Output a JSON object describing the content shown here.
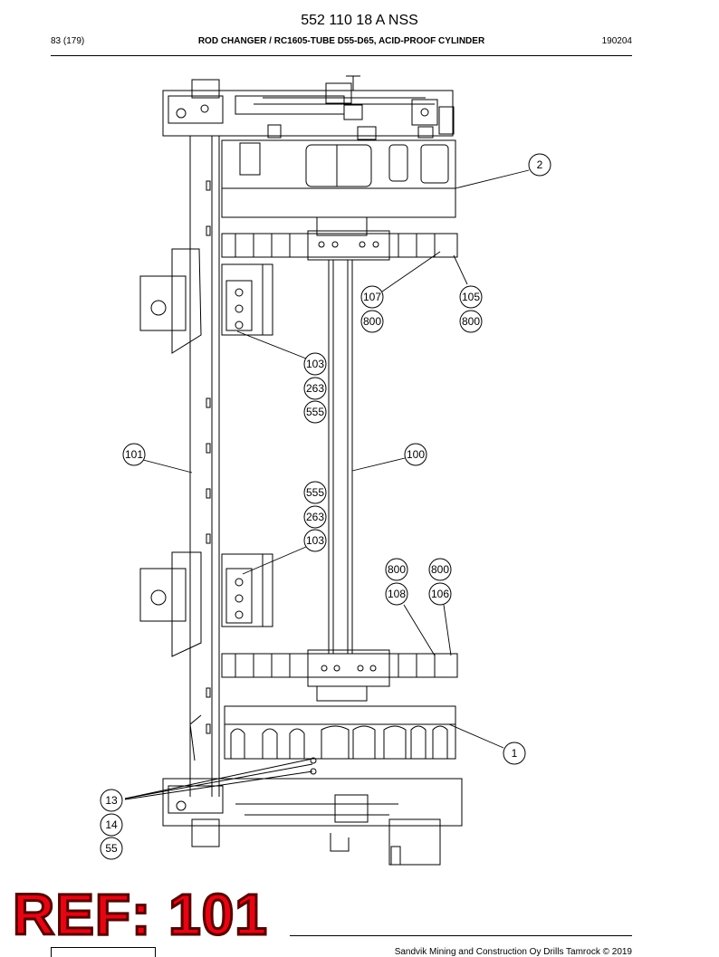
{
  "header": {
    "document_number": "552 110 18 A NSS",
    "page": "83 (179)",
    "title": "ROD CHANGER / RC1605-TUBE D55-D65, ACID-PROOF CYLINDER",
    "code": "190204"
  },
  "callouts": [
    {
      "id": "balloon-2",
      "label": "2"
    },
    {
      "id": "balloon-107",
      "label": "107"
    },
    {
      "id": "balloon-800-a",
      "label": "800"
    },
    {
      "id": "balloon-105",
      "label": "105"
    },
    {
      "id": "balloon-800-b",
      "label": "800"
    },
    {
      "id": "balloon-103-a",
      "label": "103"
    },
    {
      "id": "balloon-263-a",
      "label": "263"
    },
    {
      "id": "balloon-555-a",
      "label": "555"
    },
    {
      "id": "balloon-101",
      "label": "101"
    },
    {
      "id": "balloon-100",
      "label": "100"
    },
    {
      "id": "balloon-555-b",
      "label": "555"
    },
    {
      "id": "balloon-263-b",
      "label": "263"
    },
    {
      "id": "balloon-103-b",
      "label": "103"
    },
    {
      "id": "balloon-800-c",
      "label": "800"
    },
    {
      "id": "balloon-800-d",
      "label": "800"
    },
    {
      "id": "balloon-108",
      "label": "108"
    },
    {
      "id": "balloon-106",
      "label": "106"
    },
    {
      "id": "balloon-1",
      "label": "1"
    },
    {
      "id": "balloon-13",
      "label": "13"
    },
    {
      "id": "balloon-14",
      "label": "14"
    },
    {
      "id": "balloon-55",
      "label": "55"
    }
  ],
  "stamp": {
    "text": "REF: 101",
    "color": "#e30613"
  },
  "footer": {
    "copyright": "Sandvik Mining and Construction Oy Drills Tamrock © 2019"
  }
}
